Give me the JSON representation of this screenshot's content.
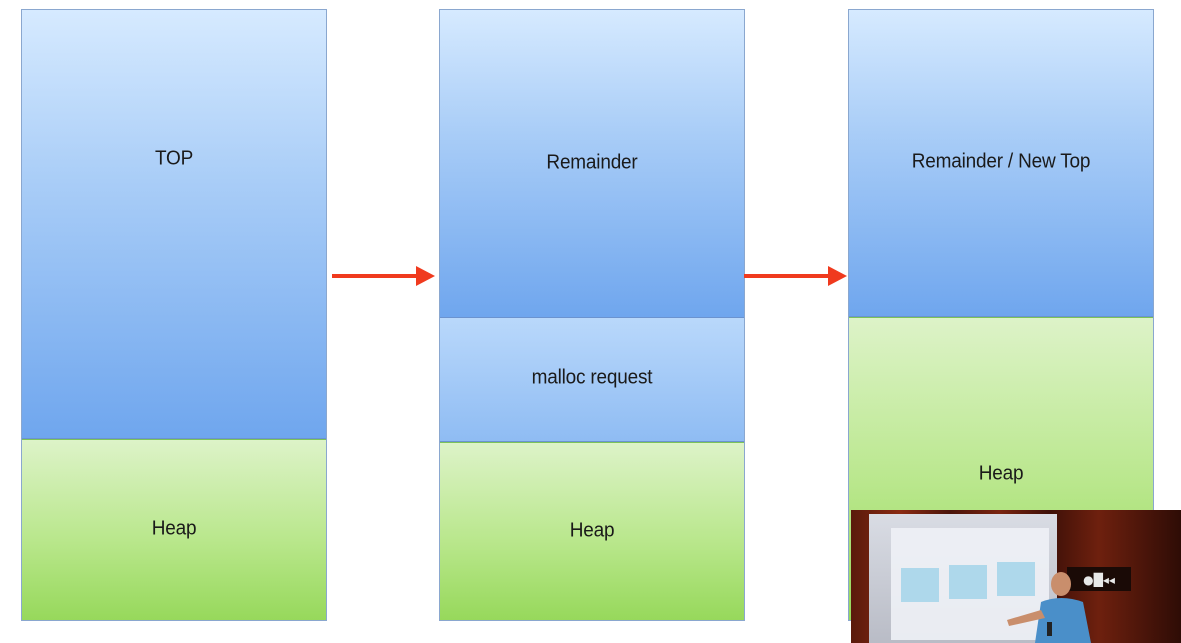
{
  "stack_1": {
    "top_label": "TOP",
    "heap_label": "Heap"
  },
  "stack_2": {
    "remainder_label": "Remainder",
    "request_label": "malloc request",
    "heap_label": "Heap"
  },
  "stack_3": {
    "top_label": "Remainder / New Top",
    "heap_label": "Heap"
  },
  "colors": {
    "top_segment": "#6fa6ee",
    "heap_segment": "#96d85a",
    "arrow": "#f03a1e",
    "video_background": "#3a1209"
  },
  "video_overlay": {
    "sign_text": "●█◂◂"
  }
}
